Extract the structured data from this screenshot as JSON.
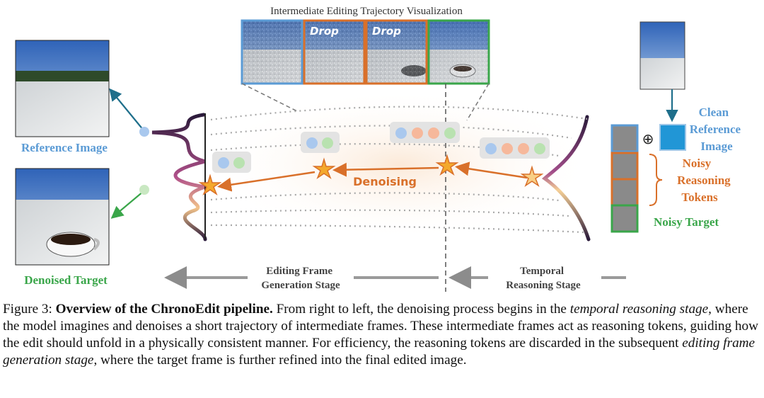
{
  "figure": {
    "trajectory_title": "Intermediate Editing Trajectory Visualization",
    "frame_tags": [
      "Drop",
      "Drop"
    ],
    "reference_image_label": "Reference Image",
    "denoised_target_label": "Denoised Target",
    "denoising_label": "Denoising",
    "clean_reference_label": [
      "Clean",
      "Reference",
      "Image"
    ],
    "noisy_reasoning_label": [
      "Noisy",
      "Reasoning",
      "Tokens"
    ],
    "noisy_target_label": "Noisy Target",
    "plus_symbol": "⊕",
    "editing_stage_label": [
      "Editing Frame",
      "Generation Stage"
    ],
    "temporal_stage_label": [
      "Temporal",
      "Reasoning Stage"
    ],
    "colors": {
      "blue": "#5b9bd5",
      "orange": "#d9702a",
      "green": "#3aa64a",
      "teal_arrow": "#1f6f8b",
      "gray": "#9a9a9a"
    }
  },
  "caption": {
    "prefix": "Figure 3: ",
    "bold": "Overview of the ChronoEdit pipeline.",
    "t1": " From right to left, the denoising process begins in the ",
    "i1": "temporal reasoning stage",
    "t2": ", where the model imagines and denoises a short trajectory of intermediate frames. These intermediate frames act as reasoning tokens, guiding how the edit should unfold in a physically consistent manner. For efficiency, the reasoning tokens are discarded in the subsequent ",
    "i2": "editing frame generation stage",
    "t3": ", where the target frame is further refined into the final edited image."
  }
}
